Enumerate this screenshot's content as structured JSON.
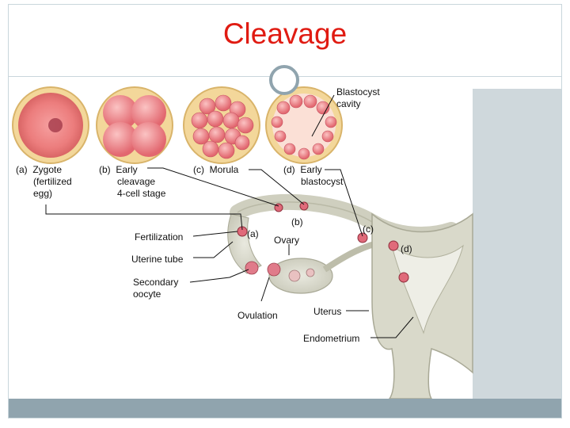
{
  "slide": {
    "title": "Cleavage"
  },
  "labels": {
    "blastocyst_cavity_1": "Blastocyst",
    "blastocyst_cavity_2": "cavity",
    "zygote_1": "(a)  Zygote",
    "zygote_2": "(fertilized",
    "zygote_3": "egg)",
    "early_cleavage_1": "(b)  Early",
    "early_cleavage_2": "cleavage",
    "early_cleavage_3": "4-cell stage",
    "morula": "(c)  Morula",
    "early_blastocyst_1": "(d)  Early",
    "early_blastocyst_2": "blastocyst",
    "fertilization": "Fertilization",
    "uterine_tube": "Uterine tube",
    "secondary_oocyte_1": "Secondary",
    "secondary_oocyte_2": "oocyte",
    "ovulation": "Ovulation",
    "ovary": "Ovary",
    "uterus": "Uterus",
    "endometrium": "Endometrium",
    "marker_a": "(a)",
    "marker_b": "(b)",
    "marker_c": "(c)",
    "marker_d": "(d)"
  },
  "colors": {
    "title": "#e01b12",
    "accent_band": "#90a4ae",
    "panel": "#cfd8dc",
    "embryo_outer": "#f3d79a",
    "embryo_inner": "#ef8c8c",
    "tissue": "#dcdcd0"
  }
}
